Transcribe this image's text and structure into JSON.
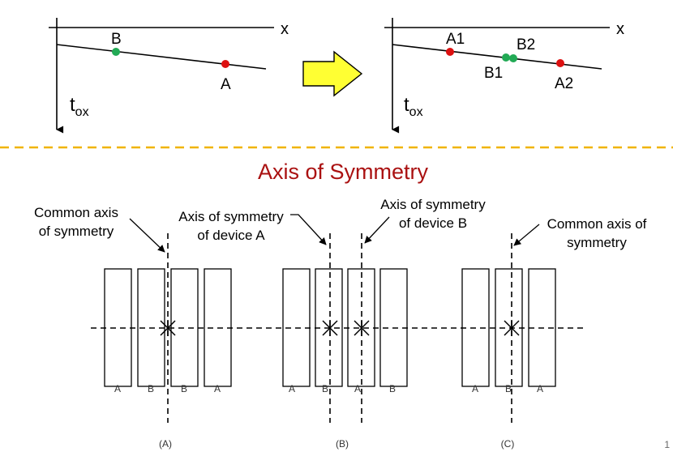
{
  "top": {
    "left_panel": {
      "x_axis_label": "x",
      "y_axis_label_main": "t",
      "y_axis_label_sub": "ox",
      "points": [
        {
          "label": "B",
          "color": "#22aa55"
        },
        {
          "label": "A",
          "color": "#dd1111"
        }
      ]
    },
    "right_panel": {
      "x_axis_label": "x",
      "y_axis_label_main": "t",
      "y_axis_label_sub": "ox",
      "points": [
        {
          "label": "A1",
          "color": "#dd1111"
        },
        {
          "label": "B1",
          "color": "#22aa55"
        },
        {
          "label": "B2",
          "color": "#22aa55"
        },
        {
          "label": "A2",
          "color": "#dd1111"
        }
      ]
    },
    "arrow_color": "#ffff33",
    "divider_color": "#f0b400"
  },
  "bottom": {
    "title": "Axis of Symmetry",
    "title_color": "#aa1111",
    "annotations": {
      "common_axis_a_line1": "Common axis",
      "common_axis_a_line2": "of symmetry",
      "device_a_line1": "Axis of symmetry",
      "device_a_line2": "of device A",
      "device_b_line1": "Axis of symmetry",
      "device_b_line2": "of device B",
      "common_axis_c_line1": "Common axis of",
      "common_axis_c_line2": "symmetry"
    },
    "layouts": [
      {
        "caption": "(A)",
        "labels": [
          "A",
          "B",
          "B",
          "A"
        ]
      },
      {
        "caption": "(B)",
        "labels": [
          "A",
          "B",
          "A",
          "B"
        ]
      },
      {
        "caption": "(C)",
        "labels": [
          "A",
          "B",
          "A"
        ]
      }
    ]
  },
  "page_number": "1"
}
